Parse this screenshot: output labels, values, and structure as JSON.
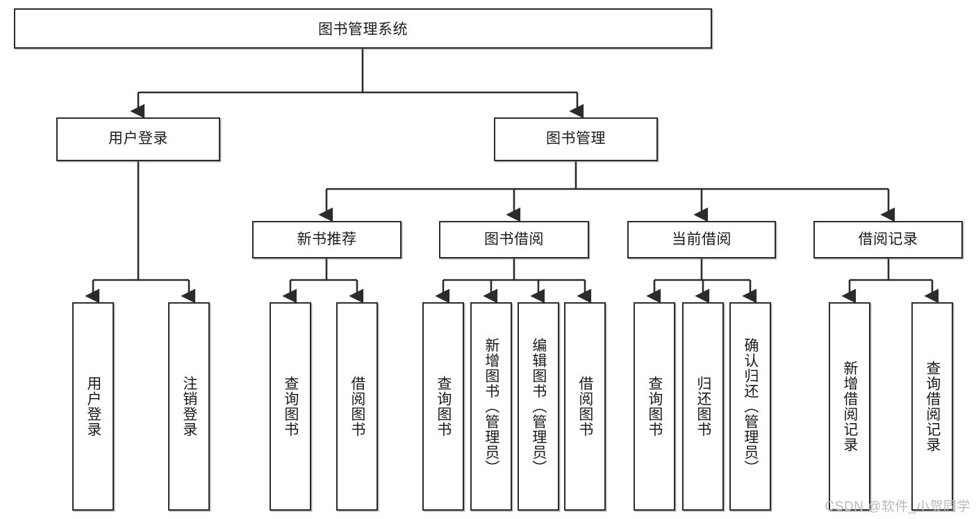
{
  "diagram": {
    "title": "图书管理系统",
    "type": "tree",
    "watermark": "CSDN @软件_小贺同学",
    "colors": {
      "border": "#2b2b2b",
      "background": "#ffffff",
      "text": "#1a1a1a",
      "wire": "#2b2b2b",
      "watermark": "#b9b9b9"
    },
    "root": {
      "label": "图书管理系统"
    },
    "level2": [
      {
        "label": "用户登录"
      },
      {
        "label": "图书管理"
      }
    ],
    "level3": [
      {
        "label": "新书推荐"
      },
      {
        "label": "图书借阅"
      },
      {
        "label": "当前借阅"
      },
      {
        "label": "借阅记录"
      }
    ],
    "leaves": {
      "user_login": [
        {
          "label": "用户登录"
        },
        {
          "label": "注销登录"
        }
      ],
      "new_book_recommend": [
        {
          "label": "查询图书"
        },
        {
          "label": "借阅图书"
        }
      ],
      "book_borrow": [
        {
          "label": "查询图书"
        },
        {
          "label": "新增图书（管理员）"
        },
        {
          "label": "编辑图书（管理员）"
        },
        {
          "label": "借阅图书"
        }
      ],
      "current_borrow": [
        {
          "label": "查询图书"
        },
        {
          "label": "归还图书"
        },
        {
          "label": "确认归还（管理员）"
        }
      ],
      "borrow_record": [
        {
          "label": "新增借阅记录"
        },
        {
          "label": "查询借阅记录"
        }
      ]
    }
  }
}
